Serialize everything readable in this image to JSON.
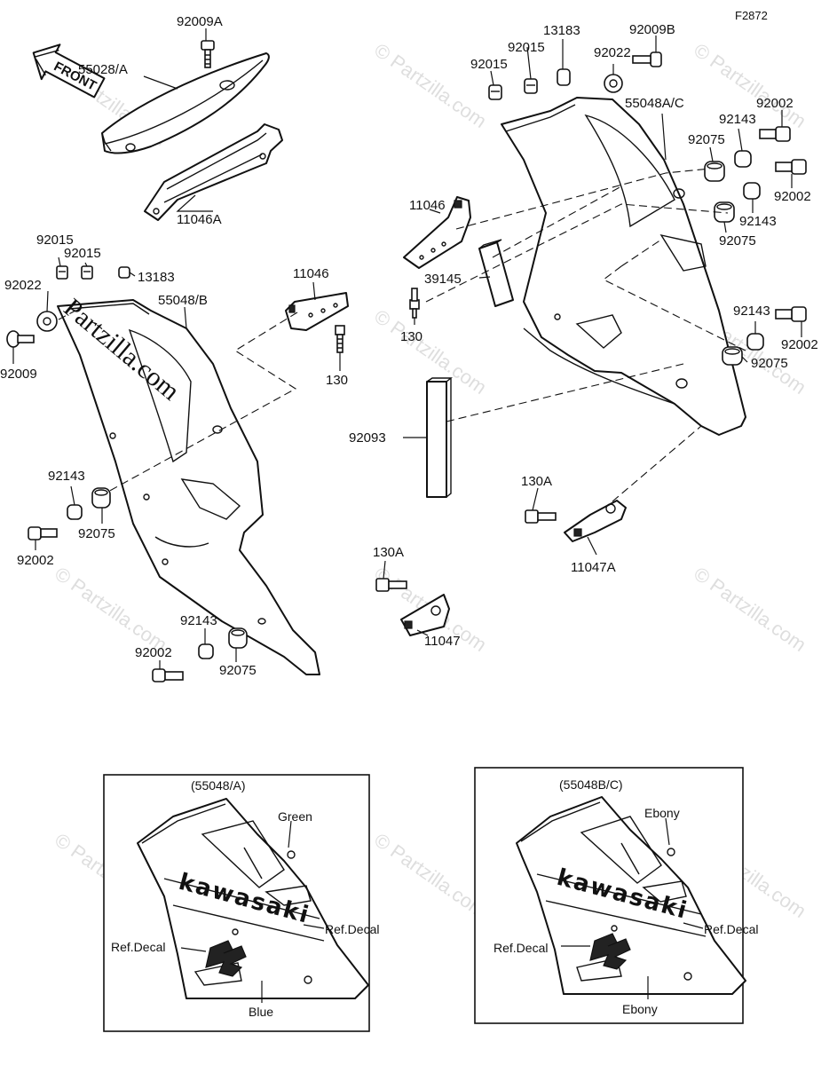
{
  "figure_code": "F2872",
  "front_label": "FRONT",
  "watermark": "© Partzilla.com",
  "brand_watermark": "Partzilla.com",
  "callouts": {
    "c92009A": "92009A",
    "c55028A": "55028/A",
    "c11046A": "11046A",
    "c13183_top": "13183",
    "c92009B": "92009B",
    "c92015_top1": "92015",
    "c92015_top2": "92015",
    "c92022_top": "92022",
    "c55048AC": "55048A/C",
    "c92002_r1": "92002",
    "c92143_r1": "92143",
    "c92075_r1": "92075",
    "c92002_r2": "92002",
    "c92143_r2": "92143",
    "c92075_r2": "92075",
    "c11046_r": "11046",
    "c39145": "39145",
    "c130_r": "130",
    "c92143_r3": "92143",
    "c92002_r3": "92002",
    "c92075_r3": "92075",
    "c92093": "92093",
    "c130A_r": "130A",
    "c11047A": "11047A",
    "c92015_l1": "92015",
    "c92015_l2": "92015",
    "c92022_l": "92022",
    "c13183_l": "13183",
    "c55048B": "55048/B",
    "c11046_l": "11046",
    "c92009": "92009",
    "c130_l": "130",
    "c92143_l1": "92143",
    "c92075_l1": "92075",
    "c92002_l1": "92002",
    "c130A_l": "130A",
    "c11047": "11047",
    "c92143_l2": "92143",
    "c92002_l2": "92002",
    "c92075_l2": "92075"
  },
  "inset_left": {
    "title": "(55048/A)",
    "brand": "kawasaki",
    "green": "Green",
    "ref_decal_right": "Ref.Decal",
    "ref_decal_left": "Ref.Decal",
    "blue": "Blue"
  },
  "inset_right": {
    "title": "(55048B/C)",
    "brand": "kawasaki",
    "ebony_top": "Ebony",
    "ref_decal_right": "Ref.Decal",
    "ref_decal_left": "Ref.Decal",
    "ebony_bottom": "Ebony"
  }
}
